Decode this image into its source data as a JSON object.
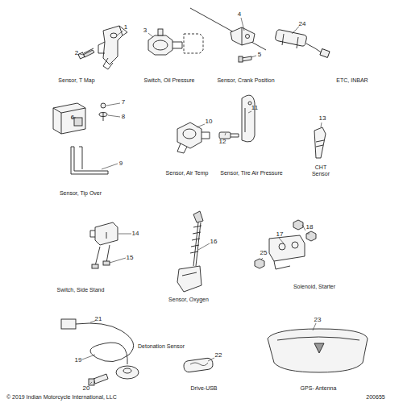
{
  "diagram": {
    "labels": [
      "1",
      "2",
      "Sensor, T Map",
      "3",
      "Switch, Oil Pressure",
      "4",
      "5",
      "Sensor, Crank Position",
      "24",
      "ETC, INBAR",
      "7",
      "8",
      "6",
      "9",
      "Sensor, Tip Over",
      "10",
      "Sensor, Air Temp",
      "11",
      "12",
      "Sensor, Tire Air Pressure",
      "13",
      "CHT Sensor",
      "14",
      "15",
      "Switch, Side Stand",
      "16",
      "Sensor, Oxygen",
      "17",
      "18",
      "25",
      "Solenoid, Starter",
      "21",
      "Detonation Sensor",
      "19",
      "20",
      "22",
      "Drive-USB",
      "23",
      "GPS- Antenna",
      "© 2019 Indian Motorcycle International, LLC",
      "200655"
    ]
  }
}
